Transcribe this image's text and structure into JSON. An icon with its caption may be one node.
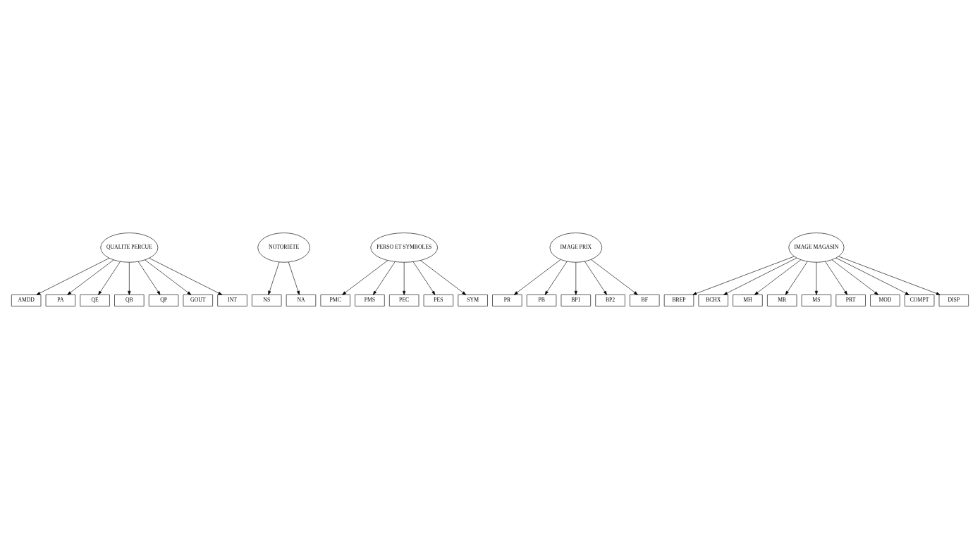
{
  "diagram": {
    "nodes": [
      {
        "text": [
          "AMDD"
        ]
      },
      {
        "text": [
          "PA"
        ]
      },
      {
        "text": [
          "QE"
        ]
      },
      {
        "text": [
          "QB"
        ]
      },
      {
        "text": [
          "QP"
        ]
      },
      {
        "text": [
          "GOUT"
        ]
      },
      {
        "text": [
          "INT"
        ]
      },
      {
        "text": [
          "QUALITE PERCUE"
        ]
      },
      {
        "text": [
          "NS"
        ]
      },
      {
        "text": [
          "NA"
        ]
      },
      {
        "text": [
          "NOTORIETE"
        ]
      },
      {
        "text": [
          "PMC"
        ]
      },
      {
        "text": [
          "PMS"
        ]
      },
      {
        "text": [
          "PEC"
        ]
      },
      {
        "text": [
          "PES"
        ]
      },
      {
        "text": [
          "SYM"
        ]
      },
      {
        "text": [
          "PERSO ET SYMBOLES"
        ]
      },
      {
        "text": [
          "PR"
        ]
      },
      {
        "text": [
          "PB"
        ]
      },
      {
        "text": [
          "BP1"
        ]
      },
      {
        "text": [
          "BP2"
        ]
      },
      {
        "text": [
          "BF"
        ]
      },
      {
        "text": [
          "IMAGE PRIX"
        ]
      },
      {
        "text": [
          "IMAGE MAGASIN"
        ]
      },
      {
        "text": [
          "BREP"
        ]
      },
      {
        "text": [
          "BCHX"
        ]
      },
      {
        "text": [
          "MH"
        ]
      },
      {
        "text": [
          "MR"
        ]
      },
      {
        "text": [
          "MS"
        ]
      },
      {
        "text": [
          "PRT"
        ]
      },
      {
        "text": [
          "MOD"
        ]
      },
      {
        "text": [
          "COMPT"
        ]
      },
      {
        "text": [
          "DISP"
        ]
      }
    ],
    "edges": [
      {
        "from": 7,
        "to": 0,
        "arrow": "to"
      },
      {
        "from": 7,
        "to": 1,
        "arrow": "to"
      },
      {
        "from": 7,
        "to": 2,
        "arrow": "to"
      },
      {
        "from": 7,
        "to": 3,
        "arrow": "to"
      },
      {
        "from": 7,
        "to": 4,
        "arrow": "to"
      },
      {
        "from": 7,
        "to": 5,
        "arrow": "to"
      },
      {
        "from": 7,
        "to": 6,
        "arrow": "to"
      },
      {
        "from": 10,
        "to": 8,
        "arrow": "to"
      },
      {
        "from": 10,
        "to": 9,
        "arrow": "to"
      },
      {
        "from": 16,
        "to": 11,
        "arrow": "to"
      },
      {
        "from": 16,
        "to": 12,
        "arrow": "to"
      },
      {
        "from": 16,
        "to": 13,
        "arrow": "to"
      },
      {
        "from": 16,
        "to": 14,
        "arrow": "to"
      },
      {
        "from": 16,
        "to": 15,
        "arrow": "to"
      },
      {
        "from": 22,
        "to": 17,
        "arrow": "to"
      },
      {
        "from": 22,
        "to": 18,
        "arrow": "to"
      },
      {
        "from": 22,
        "to": 19,
        "arrow": "to"
      },
      {
        "from": 22,
        "to": 20,
        "arrow": "to"
      },
      {
        "from": 22,
        "to": 21,
        "arrow": "to"
      },
      {
        "from": 23,
        "to": 24,
        "arrow": "to"
      },
      {
        "from": 23,
        "to": 25,
        "arrow": "to"
      },
      {
        "from": 23,
        "to": 26,
        "arrow": "to"
      },
      {
        "from": 23,
        "to": 27,
        "arrow": "to"
      },
      {
        "from": 23,
        "to": 28,
        "arrow": "to"
      },
      {
        "from": 23,
        "to": 29,
        "arrow": "to"
      },
      {
        "from": 23,
        "to": 30,
        "arrow": "to"
      },
      {
        "from": 23,
        "to": 31,
        "arrow": "to"
      },
      {
        "from": 23,
        "to": 32,
        "arrow": "to"
      }
    ]
  }
}
